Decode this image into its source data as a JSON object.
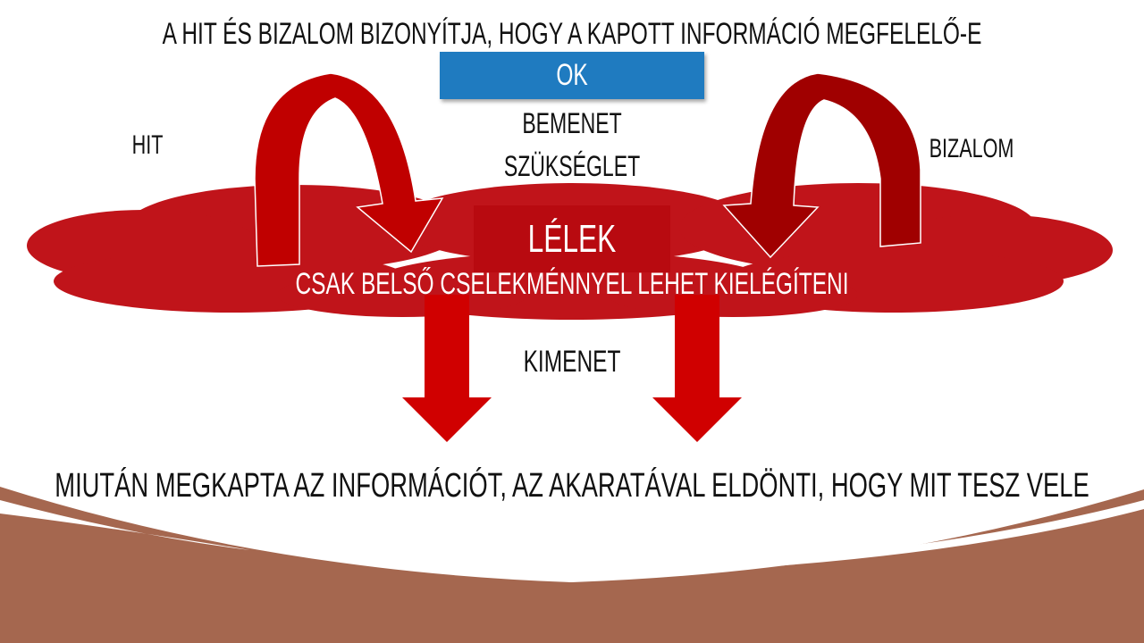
{
  "title": "A HIT ÉS BIZALOM BIZONYÍTJA, HOGY A KAPOTT INFORMÁCIÓ MEGFELELŐ-E",
  "ok_label": "OK",
  "input_line1": "BEMENET",
  "input_line2": "SZÜKSÉGLET",
  "left_label": "HIT",
  "right_label": "BIZALOM",
  "center_label": "LÉLEK",
  "center_sub": "CSAK BELSŐ CSELEKMÉNNYEL LEHET KIELÉGÍTENI",
  "output_label": "KIMENET",
  "bottom_text": "MIUTÁN MEGKAPTA  AZ INFORMÁCIÓT, AZ AKARATÁVAL ELDÖNTI, HOGY MIT  TESZ  VELE",
  "colors": {
    "cloud": "#c0141a",
    "arrow": "#c00000",
    "ok_box": "#1f7bc0",
    "wave": "#a5674f"
  }
}
